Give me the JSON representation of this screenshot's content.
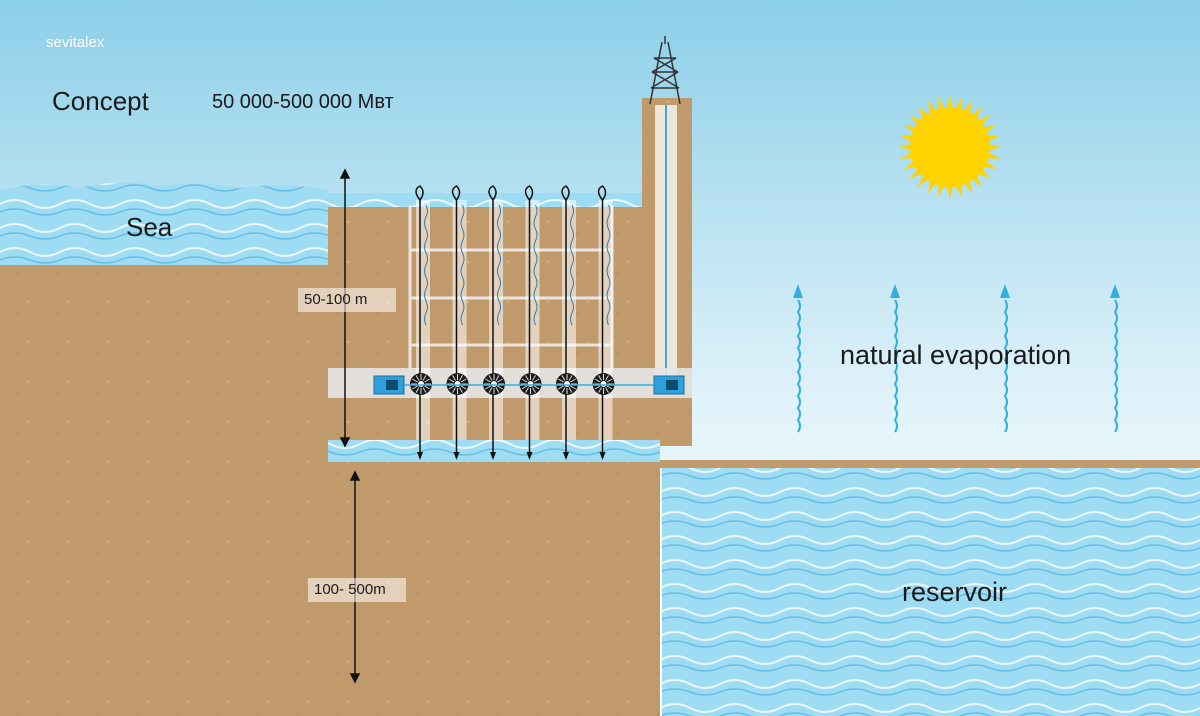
{
  "watermark": "sevitalex",
  "title": "Concept",
  "power": "50 000-500 000 Мвт",
  "labels": {
    "sea": "Sea",
    "evaporation": "natural evaporation",
    "reservoir": "reservoir"
  },
  "dimensions": {
    "upper": "50-100 m",
    "lower": "100- 500m"
  },
  "turbine_count": 6,
  "pipe_count": 6,
  "evaporation_arrow_count": 4,
  "colors": {
    "sky_top": "#8ccfe8",
    "sky_bottom": "#ffffff",
    "ground": "#c29a6b",
    "water": "#7fd0ee",
    "sun": "#ffd300",
    "arrow": "#33aee0"
  }
}
